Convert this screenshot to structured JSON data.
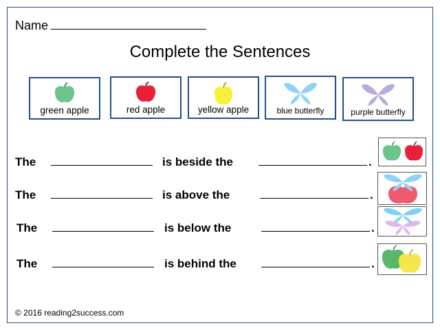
{
  "name_label": "Name",
  "title": "Complete the Sentences",
  "word_bank": [
    {
      "label": "green  apple",
      "icon": "green-apple-icon",
      "color": "#6cc48a"
    },
    {
      "label": "red  apple",
      "icon": "red-apple-icon",
      "color": "#e8203a"
    },
    {
      "label": "yellow apple",
      "icon": "yellow-apple-icon",
      "color": "#f7ef3a"
    },
    {
      "label": "blue  butterfly",
      "icon": "blue-butterfly-icon",
      "color": "#8fd3f4"
    },
    {
      "label": "purple  butterfly",
      "icon": "purple-butterfly-icon",
      "color": "#b9a9dd"
    }
  ],
  "sentences": [
    {
      "start": "The",
      "middle": "is beside the",
      "end": "."
    },
    {
      "start": "The",
      "middle": "is above the",
      "end": "."
    },
    {
      "start": "The",
      "middle": "is below the",
      "end": "."
    },
    {
      "start": "The",
      "middle": "is behind the",
      "end": "."
    }
  ],
  "footer": "© 2016 reading2success.com"
}
